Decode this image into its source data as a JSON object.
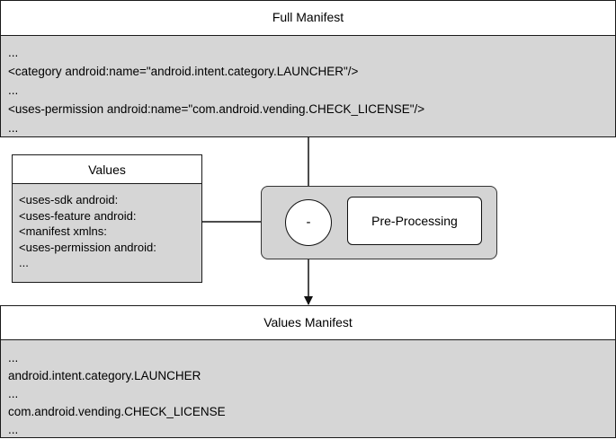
{
  "full_manifest": {
    "title": "Full Manifest",
    "lines": [
      "...",
      "<category android:name=\"android.intent.category.LAUNCHER\"/>",
      "...",
      "<uses-permission android:name=\"com.android.vending.CHECK_LICENSE\"/>",
      "..."
    ]
  },
  "values": {
    "title": "Values",
    "lines": [
      "<uses-sdk android:",
      "<uses-feature android:",
      "<manifest xmlns:",
      "<uses-permission android:",
      "..."
    ]
  },
  "operator": {
    "label": "-"
  },
  "preprocessing": {
    "label": "Pre-Processing"
  },
  "values_manifest": {
    "title": "Values Manifest",
    "lines": [
      "...",
      "android.intent.category.LAUNCHER",
      "...",
      "com.android.vending.CHECK_LICENSE",
      "..."
    ]
  },
  "colors": {
    "panel_fill": "#d6d6d6",
    "group_fill": "#d4d4d4",
    "stroke": "#1a1a1a"
  }
}
